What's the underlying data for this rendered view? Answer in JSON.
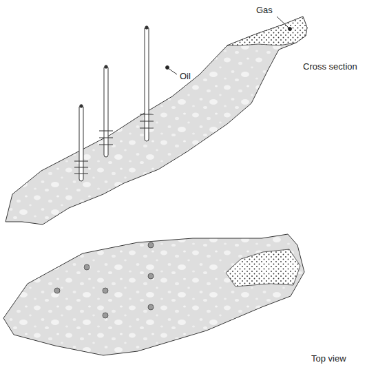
{
  "diagram": {
    "labels": [
      "Gas",
      "Oil",
      "Cross section",
      "Top view"
    ]
  }
}
